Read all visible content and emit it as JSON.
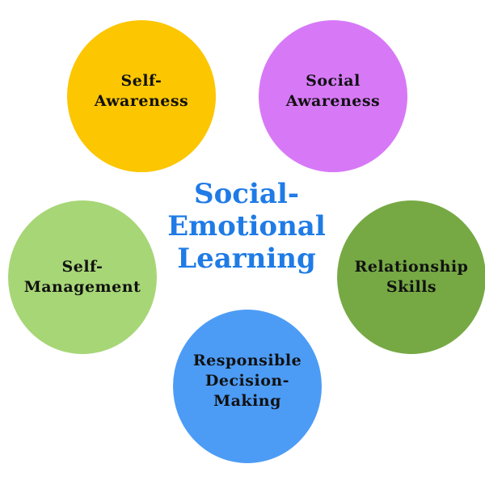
{
  "diagram": {
    "title": "Social-\nEmotional\nLearning",
    "title_color": "#1f7be6",
    "nodes": [
      {
        "label": "Self-\nAwareness",
        "color": "#fcc600"
      },
      {
        "label": "Social\nAwareness",
        "color": "#d779f7"
      },
      {
        "label": "Self-\nManagement",
        "color": "#a7d676"
      },
      {
        "label": "Relationship\nSkills",
        "color": "#76a944"
      },
      {
        "label": "Responsible\nDecision-\nMaking",
        "color": "#4c9cf6"
      }
    ]
  }
}
